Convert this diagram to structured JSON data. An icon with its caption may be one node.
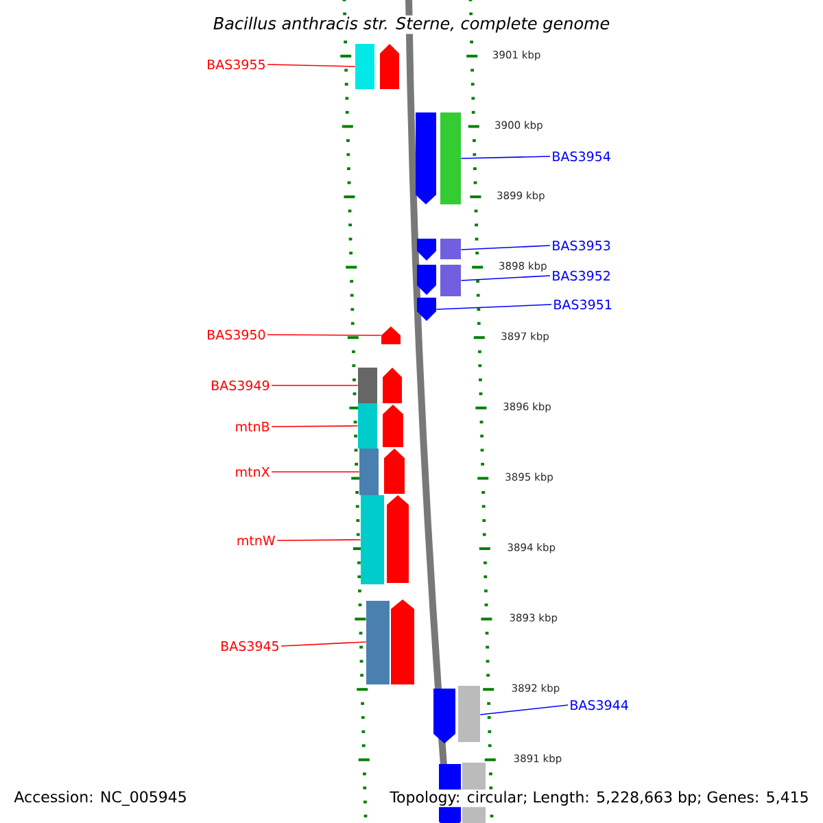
{
  "diagram": {
    "title": "Bacillus anthracis str. Sterne, complete genome",
    "nodes": [
      {
        "text": [
          "BAS3955"
        ]
      },
      {
        "text": [],
        "shape": "arrow"
      },
      {
        "text": [
          "BAS3954"
        ]
      },
      {
        "text": [],
        "shape": "arrow"
      },
      {
        "text": [
          "BAS3953"
        ]
      },
      {
        "text": [],
        "shape": "arrow"
      },
      {
        "text": [
          "BAS3952"
        ]
      },
      {
        "text": [],
        "shape": "arrow"
      },
      {
        "text": [
          "BAS3951"
        ]
      },
      {
        "text": [],
        "shape": "arrow"
      },
      {
        "text": [
          "BAS3950"
        ]
      },
      {
        "text": [],
        "shape": "arrow"
      },
      {
        "text": [
          "BAS3949"
        ]
      },
      {
        "text": [],
        "shape": "arrow"
      },
      {
        "text": [
          "mtnB"
        ]
      },
      {
        "text": [],
        "shape": "arrow"
      },
      {
        "text": [
          "mtnX"
        ]
      },
      {
        "text": [],
        "shape": "arrow"
      },
      {
        "text": [
          "mtnW"
        ]
      },
      {
        "text": [],
        "shape": "arrow"
      },
      {
        "text": [
          "BAS3945"
        ]
      },
      {
        "text": [],
        "shape": "arrow"
      },
      {
        "text": [
          "BAS3944"
        ]
      },
      {
        "text": [],
        "shape": "arrow"
      },
      {
        "text": [],
        "shape": "arrow"
      }
    ],
    "edges": [
      {
        "from": 0,
        "to": 1,
        "arrow": "none"
      },
      {
        "from": 2,
        "to": 3,
        "arrow": "none",
        "color": "#0000ff"
      },
      {
        "from": 4,
        "to": 5,
        "arrow": "none",
        "color": "#0000ff"
      },
      {
        "from": 6,
        "to": 7,
        "arrow": "none",
        "color": "#0000ff"
      },
      {
        "from": 8,
        "to": 9,
        "arrow": "none",
        "color": "#0000ff"
      },
      {
        "from": 10,
        "to": 11,
        "arrow": "none"
      },
      {
        "from": 12,
        "to": 13,
        "arrow": "none"
      },
      {
        "from": 14,
        "to": 15,
        "arrow": "none"
      },
      {
        "from": 16,
        "to": 17,
        "arrow": "none"
      },
      {
        "from": 18,
        "to": 19,
        "arrow": "none"
      },
      {
        "from": 20,
        "to": 21,
        "arrow": "none"
      },
      {
        "from": 22,
        "to": 23,
        "arrow": "none",
        "color": "#0000ff"
      }
    ],
    "labels": [
      "3901 kbp",
      "3900 kbp",
      "3899 kbp",
      "3898 kbp",
      "3897 kbp",
      "3896 kbp",
      "3895 kbp",
      "3894 kbp",
      "3893 kbp",
      "3892 kbp",
      "3891 kbp",
      "Accession: NC_005945",
      "Topology: circular; Length: 5,228,663 bp; Genes: 5,415"
    ]
  }
}
